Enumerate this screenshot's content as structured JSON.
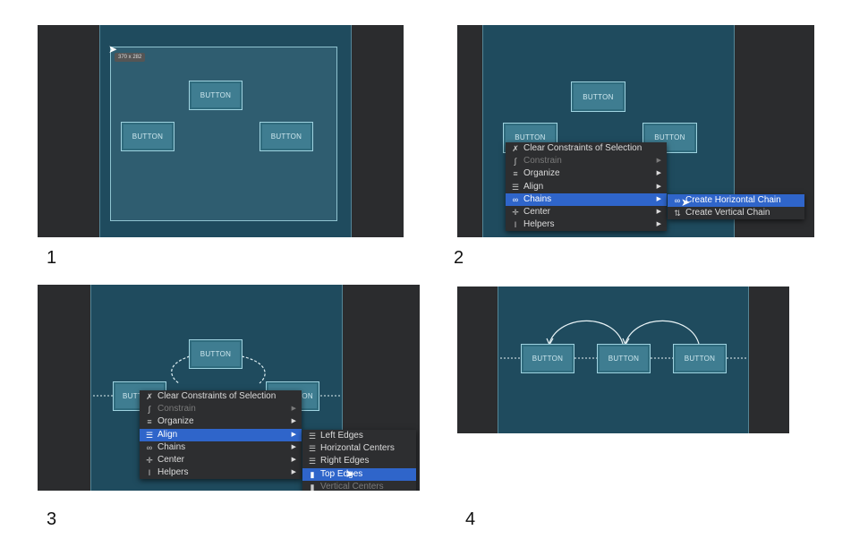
{
  "panels": [
    {
      "label": "1",
      "buttons": [
        "BUTTON",
        "BUTTON",
        "BUTTON"
      ],
      "size_badge": "370 x 282"
    },
    {
      "label": "2",
      "buttons": [
        "BUTTON",
        "BUTTON",
        "BUTTON"
      ]
    },
    {
      "label": "3",
      "buttons": [
        "BUTTON",
        "BUTTON",
        "BUTTON"
      ]
    },
    {
      "label": "4",
      "buttons": [
        "BUTTON",
        "BUTTON",
        "BUTTON"
      ]
    }
  ],
  "context_menu": {
    "items": [
      {
        "label": "Clear Constraints of Selection",
        "icon": "clear-constraints-icon"
      },
      {
        "label": "Constrain",
        "icon": "constrain-icon",
        "disabled": true
      },
      {
        "label": "Organize",
        "icon": "organize-icon"
      },
      {
        "label": "Align",
        "icon": "align-icon"
      },
      {
        "label": "Chains",
        "icon": "chains-icon"
      },
      {
        "label": "Center",
        "icon": "center-icon"
      },
      {
        "label": "Helpers",
        "icon": "helpers-icon"
      }
    ]
  },
  "chains_submenu": {
    "items": [
      "Create Horizontal Chain",
      "Create Vertical Chain"
    ]
  },
  "align_submenu": {
    "items": [
      "Left Edges",
      "Horizontal Centers",
      "Right Edges",
      "Top Edges",
      "Vertical Centers"
    ]
  },
  "colors": {
    "canvas": "#1f4b5e",
    "selection": "#2f65ca",
    "dark": "#2b2c2e"
  }
}
